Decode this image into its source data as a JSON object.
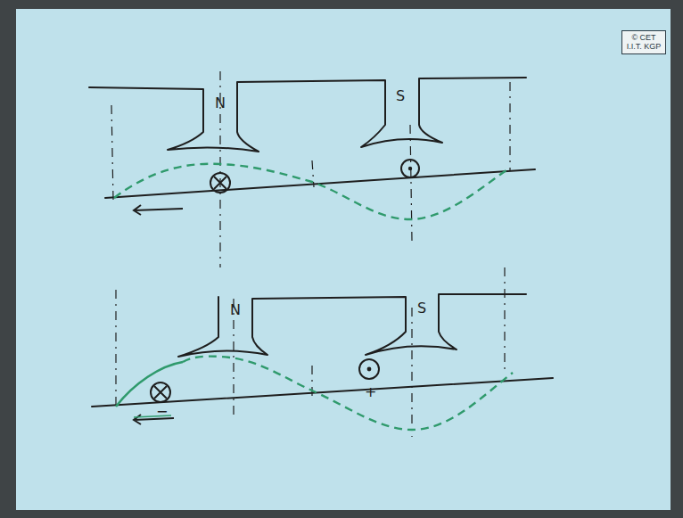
{
  "diagram": {
    "nodes": [
      {
        "text": [
          "© CET I.I.T. KGP"
        ]
      }
    ],
    "labels": [
      "N",
      "S",
      "N",
      "S",
      "−",
      "+"
    ]
  }
}
